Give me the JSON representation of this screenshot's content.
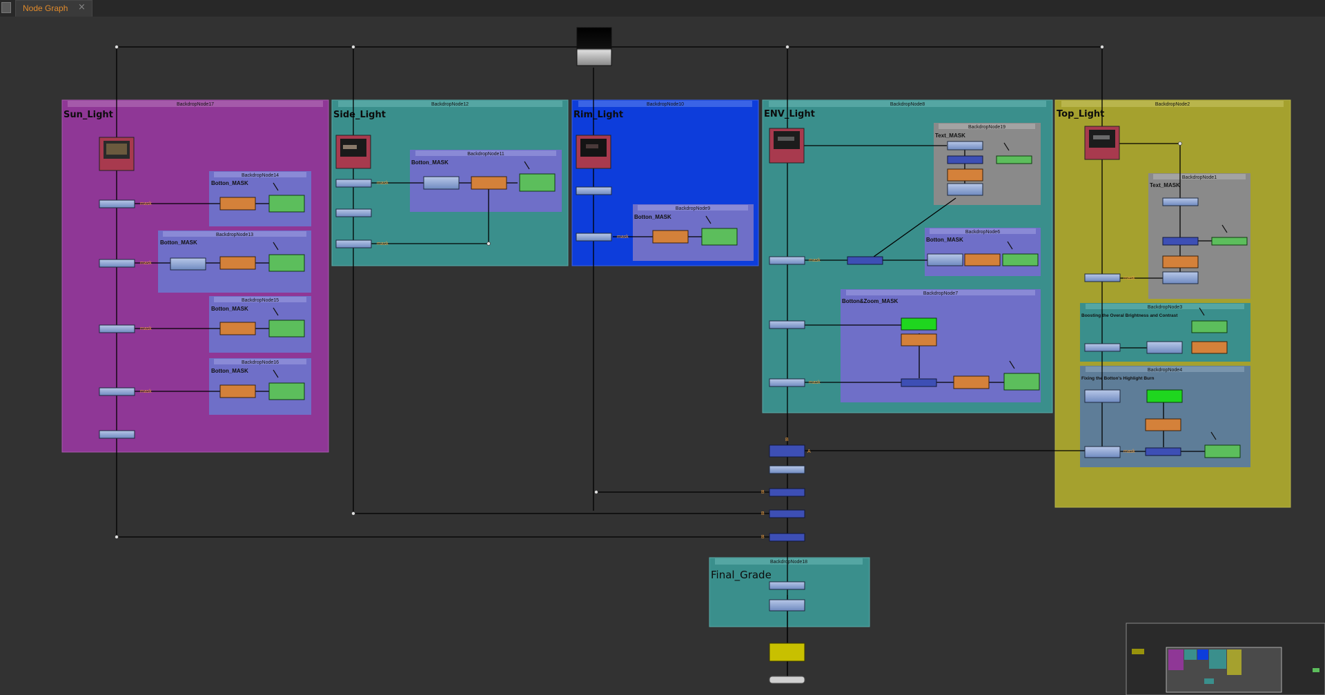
{
  "window": {
    "tab_label": "Node Graph",
    "close_glyph": "×",
    "grip_icon": "panel-grip-icon"
  },
  "backdrops": {
    "sun": {
      "label": "BackdropNode17",
      "title": "Sun_Light"
    },
    "side": {
      "label": "BackdropNode12",
      "title": "Side_Light"
    },
    "rim": {
      "label": "BackdropNode10",
      "title": "Rim_Light"
    },
    "env": {
      "label": "BackdropNode8",
      "title": "ENV_Light"
    },
    "top": {
      "label": "BackdropNode2",
      "title": "Top_Light"
    },
    "final": {
      "label": "BackdropNode18",
      "title": "Final_Grade"
    },
    "bn14": {
      "label": "BackdropNode14",
      "sub": "Botton_MASK"
    },
    "bn13": {
      "label": "BackdropNode13",
      "sub": "Botton_MASK"
    },
    "bn15": {
      "label": "BackdropNode15",
      "sub": "Botton_MASK"
    },
    "bn16": {
      "label": "BackdropNode16",
      "sub": "Botton_MASK"
    },
    "bn11": {
      "label": "BackdropNode11",
      "sub": "Botton_MASK"
    },
    "bn9": {
      "label": "BackdropNode9",
      "sub": "Botton_MASK"
    },
    "bn19": {
      "label": "BackdropNode19",
      "sub": "Text_MASK"
    },
    "bn6": {
      "label": "BackdropNode6",
      "sub": "Botton_MASK"
    },
    "bn7": {
      "label": "BackdropNode7",
      "sub": "Botton&Zoom_MASK"
    },
    "bn1": {
      "label": "BackdropNode1",
      "sub": "Text_MASK"
    },
    "bn3": {
      "label": "BackdropNode3",
      "sub": "Boosting the Overal Brightness and Contrast"
    },
    "bn4": {
      "label": "BackdropNode4",
      "sub": "Fixing the Botton's Highlight Burn"
    }
  },
  "edge_labels": {
    "mask": "mask",
    "a": "A",
    "b": "B"
  },
  "colors": {
    "sun": "#8f3796",
    "side": "#3a8f8c",
    "rim": "#0d3ddb",
    "env": "#3a8f8c",
    "top": "#a5a12e",
    "final": "#3a8f8c",
    "mask_bd": "#6f6fc8",
    "grey_bd": "#8a8a8a",
    "node_grade": "#8aa6d6",
    "node_blur": "#d4813a",
    "node_roto": "#5cbe5c",
    "node_merge": "#3d4fb5",
    "node_read": "#a83a4e",
    "node_viewer": "#c8c000"
  }
}
